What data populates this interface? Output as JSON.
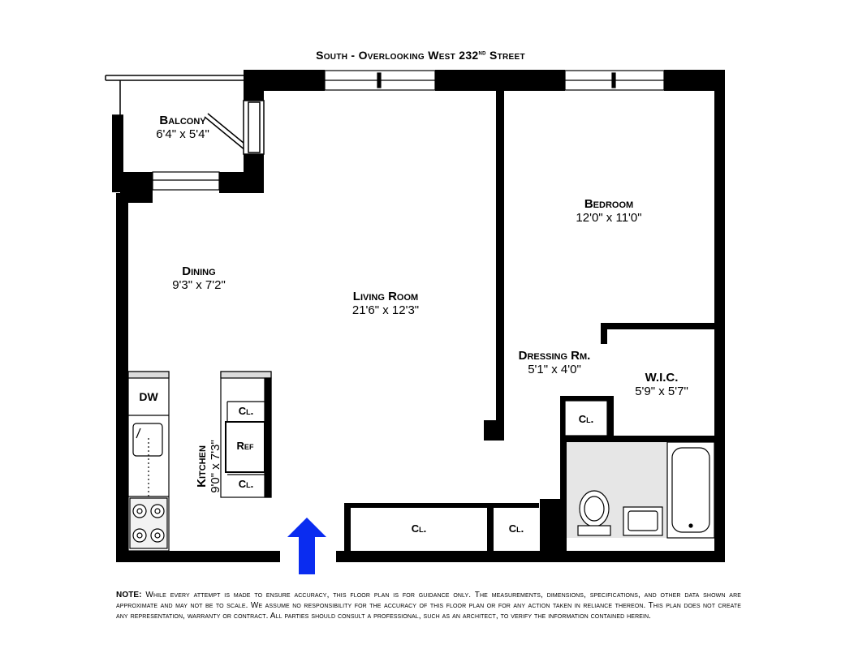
{
  "header": {
    "title_prefix": "South - Overlooking West 232",
    "title_sup": "nd",
    "title_suffix": " Street"
  },
  "rooms": {
    "balcony": {
      "name": "Balcony",
      "dims": "6'4\"  x  5'4\""
    },
    "dining": {
      "name": "Dining",
      "dims": "9'3\"  x  7'2\""
    },
    "living": {
      "name": "Living Room",
      "dims": "21'6\"  x  12'3\""
    },
    "bedroom": {
      "name": "Bedroom",
      "dims": "12'0\"  x  11'0\""
    },
    "dressing": {
      "name": "Dressing Rm.",
      "dims": "5'1\"  x  4'0\""
    },
    "wic": {
      "name": "W.I.C.",
      "dims": "5'9\"  x  5'7\""
    },
    "kitchen": {
      "name": "Kitchen",
      "dims": "9'0\"  x  7'3\""
    }
  },
  "fixtures": {
    "dw": "DW",
    "ref": "Ref",
    "closet": "Cl."
  },
  "entrance_arrow_color": "#0a2cf0",
  "wall_color": "#000000",
  "bath_fill_color": "#e6e6e6",
  "note": {
    "lead": "NOTE:",
    "text": " While every attempt is made to ensure accuracy, this floor plan is for guidance only. The measurements, dimensions, specifications, and other data shown are approximate and may not be to scale. We assume no responsibility for the accuracy of this floor plan or for any action taken in reliance thereon. This plan does not create any representation, warranty or contract. All parties should consult a professional, such as an architect, to verify the information contained herein."
  }
}
